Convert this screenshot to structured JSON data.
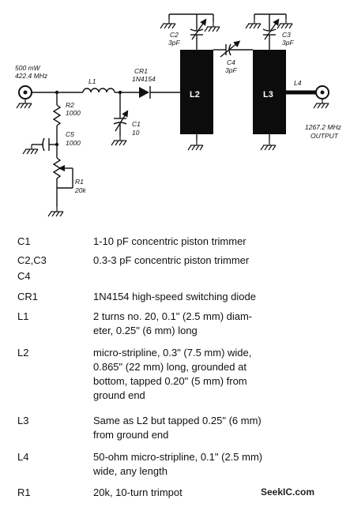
{
  "schematic": {
    "input_power": "500 mW",
    "input_freq": "422.4 MHz",
    "output_freq": "1267.2 MHz",
    "output_label": "OUTPUT",
    "labels": {
      "L1": "L1",
      "R2": "R2",
      "R2_val": "1000",
      "C5": "C5",
      "C5_val": "1000",
      "R1": "R1",
      "R1_val": "20k",
      "CR1": "CR1",
      "CR1_val": "1N4154",
      "C1": "C1",
      "C1_val": "10",
      "C2": "C2",
      "C2_val": "3pF",
      "C3": "C3",
      "C3_val": "3pF",
      "C4": "C4",
      "C4_val": "3pF",
      "L2": "L2",
      "L3": "L3",
      "L4": "L4"
    }
  },
  "parts_list": [
    {
      "ref": "C1",
      "lines": [
        "1-10 pF concentric piston trimmer"
      ]
    },
    {
      "ref": "C2,C3",
      "lines": [
        "0.3-3 pF concentric piston trimmer"
      ]
    },
    {
      "ref": "C4",
      "lines": []
    },
    {
      "ref": "CR1",
      "lines": [
        "1N4154  high-speed switching diode"
      ]
    },
    {
      "ref": "L1",
      "lines": [
        "2 turns no. 20, 0.1\" (2.5 mm) diam-",
        "eter, 0.25\" (6 mm) long"
      ]
    },
    {
      "ref": "L2",
      "lines": [
        "micro-stripline, 0.3\" (7.5 mm) wide,",
        "0.865\" (22 mm) long, grounded at",
        "bottom, tapped 0.20\" (5 mm) from",
        "ground end"
      ]
    },
    {
      "ref": "L3",
      "lines": [
        "Same as L2 but tapped 0.25\" (6 mm)",
        "from ground end"
      ]
    },
    {
      "ref": "L4",
      "lines": [
        "50-ohm micro-stripline, 0.1\" (2.5 mm)",
        "wide, any length"
      ]
    },
    {
      "ref": "R1",
      "lines": [
        "20k, 10-turn trimpot"
      ]
    }
  ],
  "watermark": "SeekIC.com"
}
